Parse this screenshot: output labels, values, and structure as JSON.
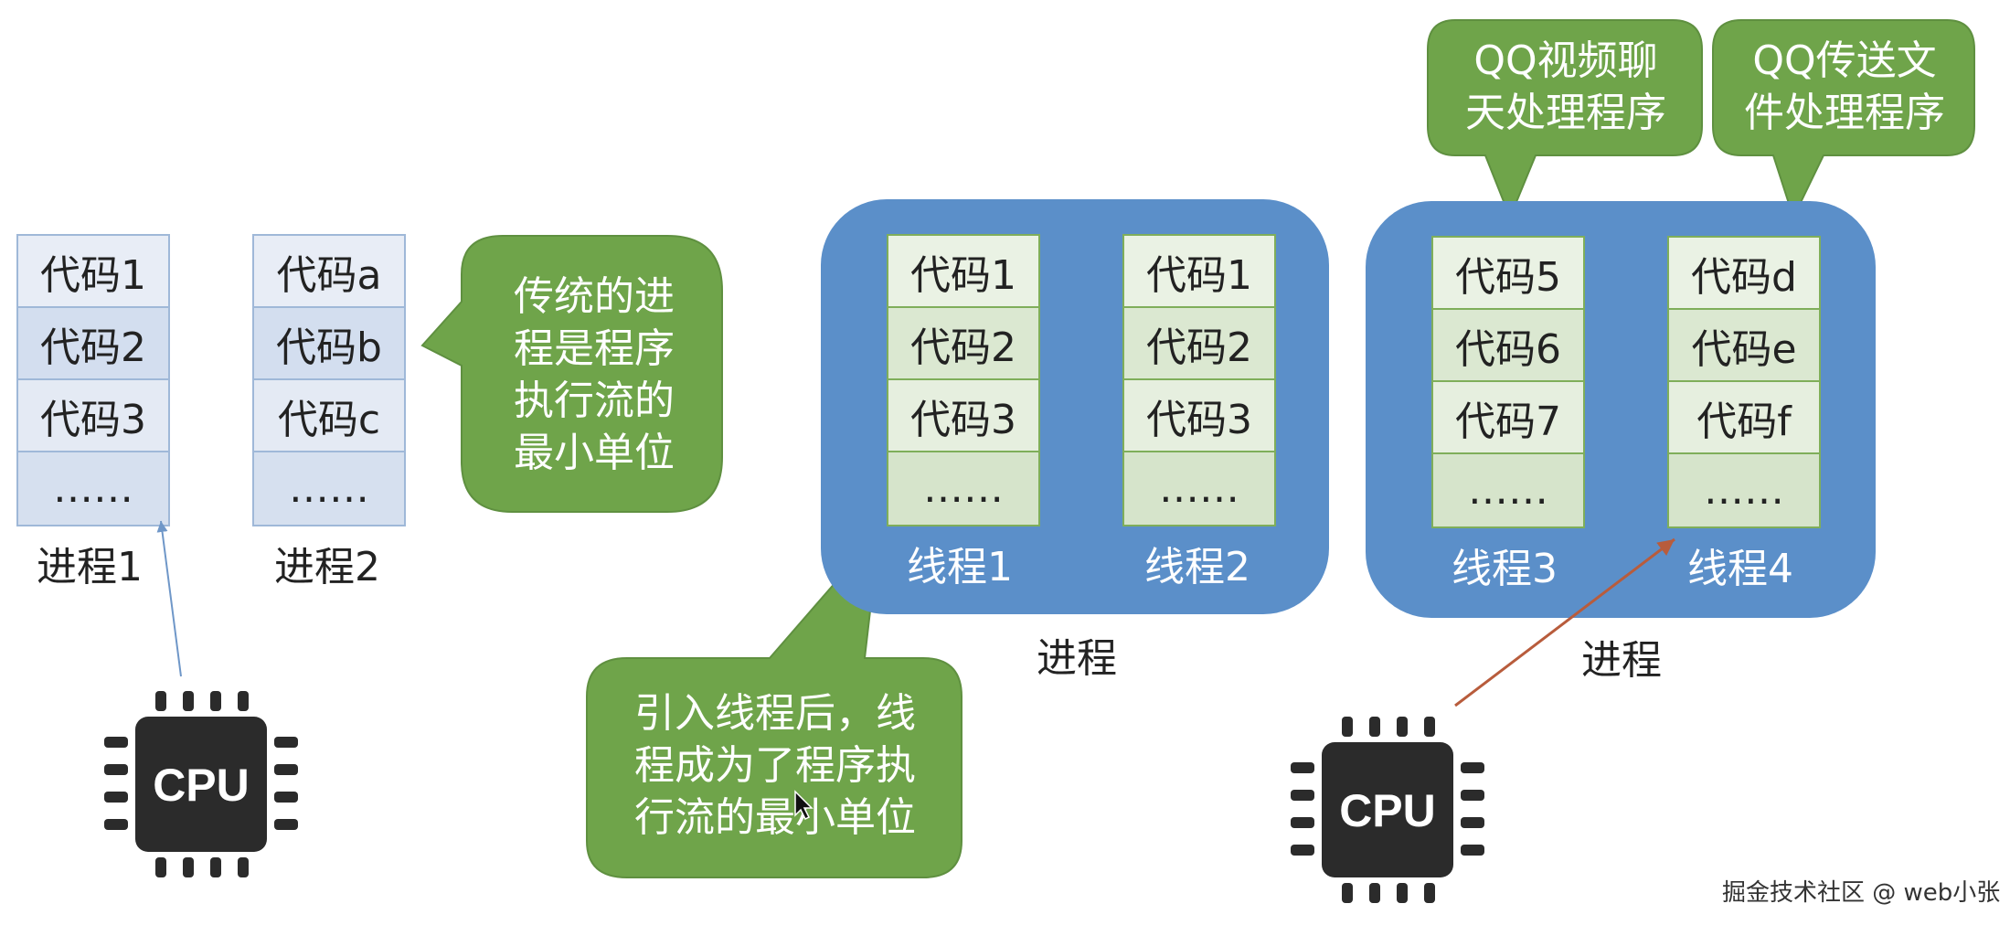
{
  "processes": [
    {
      "label": "进程1",
      "cells": [
        "代码1",
        "代码2",
        "代码3",
        "……"
      ]
    },
    {
      "label": "进程2",
      "cells": [
        "代码a",
        "代码b",
        "代码c",
        "……"
      ]
    }
  ],
  "process_group_a": {
    "label": "进程",
    "threads": [
      {
        "label": "线程1",
        "cells": [
          "代码1",
          "代码2",
          "代码3",
          "……"
        ]
      },
      {
        "label": "线程2",
        "cells": [
          "代码1",
          "代码2",
          "代码3",
          "……"
        ]
      }
    ]
  },
  "process_group_b": {
    "label": "进程",
    "threads": [
      {
        "label": "线程3",
        "cells": [
          "代码5",
          "代码6",
          "代码7",
          "……"
        ]
      },
      {
        "label": "线程4",
        "cells": [
          "代码d",
          "代码e",
          "代码f",
          "……"
        ]
      }
    ]
  },
  "callouts": {
    "traditional": [
      "传统的进",
      "程是程序",
      "执行流的",
      "最小单位"
    ],
    "after_thread": [
      "引入线程后，线",
      "程成为了程序执",
      "行流的最小单位"
    ],
    "qq_video": [
      "QQ视频聊",
      "天处理程序"
    ],
    "qq_file": [
      "QQ传送文",
      "件处理程序"
    ]
  },
  "cpu": {
    "left_label": "CPU",
    "right_label": "CPU"
  },
  "watermark": "掘金技术社区 @ web小张",
  "colors": {
    "group_box": "#5b8fc9",
    "bubble": "#6fa44a",
    "arrow_blue": "#6f97c8",
    "arrow_red": "#b85c3c",
    "chip": "#2b2b2b"
  }
}
